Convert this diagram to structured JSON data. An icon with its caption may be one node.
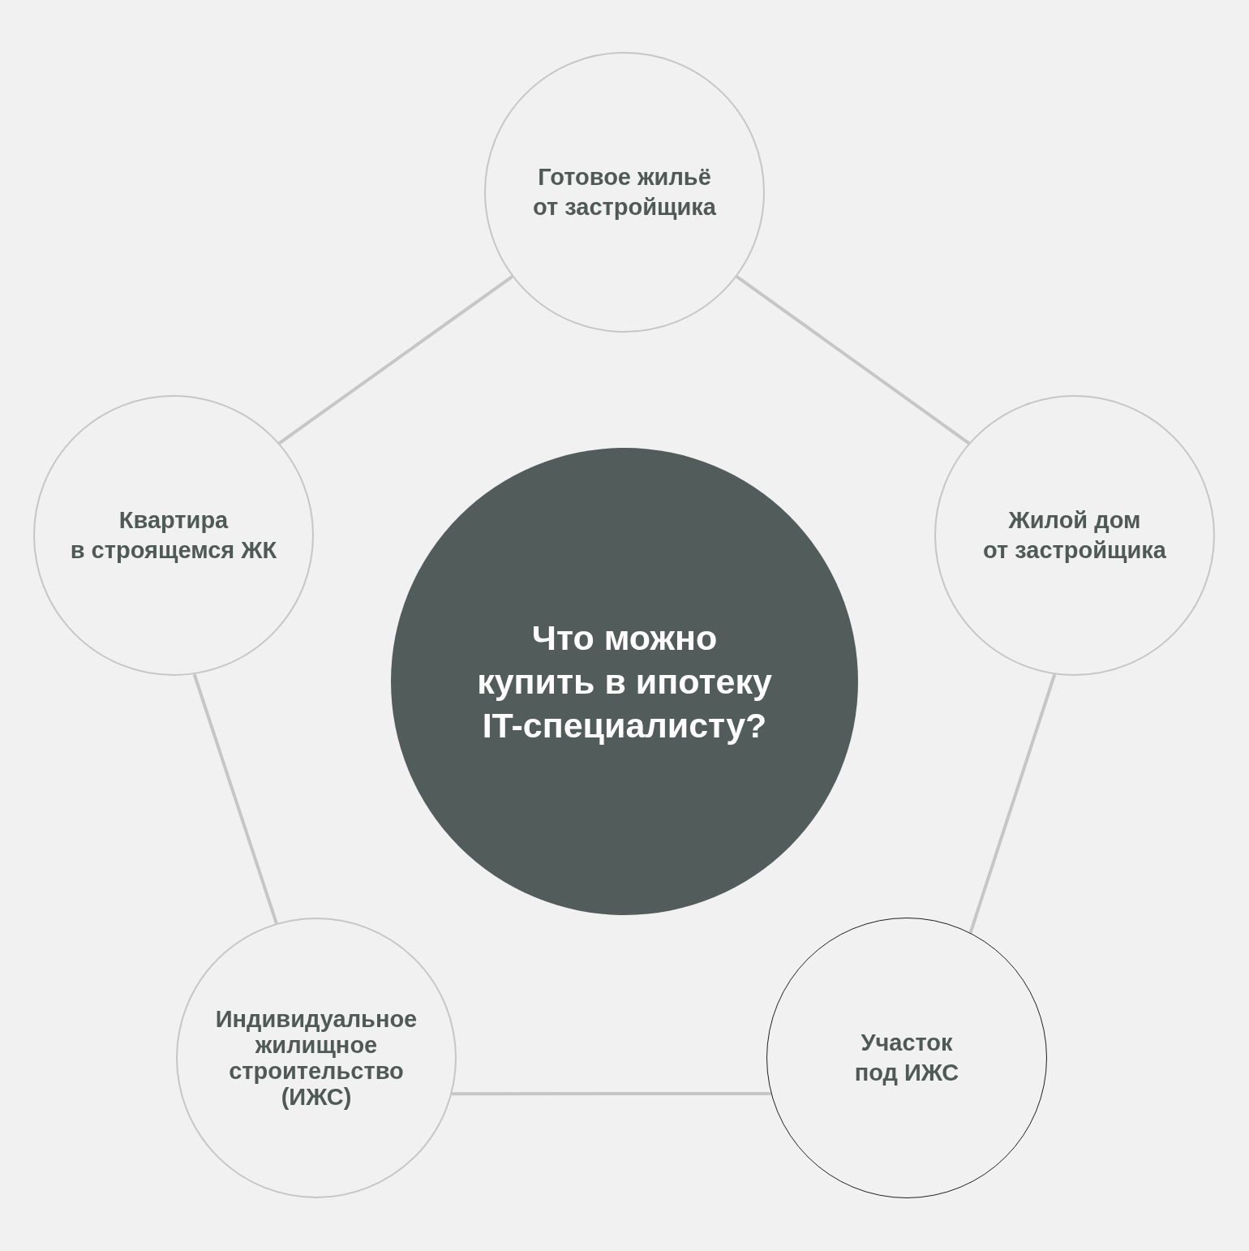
{
  "diagram": {
    "nodes": [
      {
        "text": [
          "Готовое жильё от застройщика"
        ]
      },
      {
        "text": [
          "Квартира в строящемся ЖК"
        ]
      },
      {
        "text": [
          "Жилой дом от застройщика"
        ]
      },
      {
        "text": [
          "Что можно купить в ипотеку IT-специалисту?"
        ]
      },
      {
        "text": [
          "Индивидуальное жилищное строительство (ИЖС)"
        ]
      },
      {
        "text": [
          "Участок под ИЖС"
        ]
      }
    ],
    "edges": [
      {
        "from": 0,
        "to": 2,
        "arrow": "none"
      },
      {
        "from": 2,
        "to": 5,
        "arrow": "none"
      },
      {
        "from": 5,
        "to": 4,
        "arrow": "none"
      },
      {
        "from": 4,
        "to": 1,
        "arrow": "none"
      },
      {
        "from": 1,
        "to": 0,
        "arrow": "none"
      }
    ]
  }
}
